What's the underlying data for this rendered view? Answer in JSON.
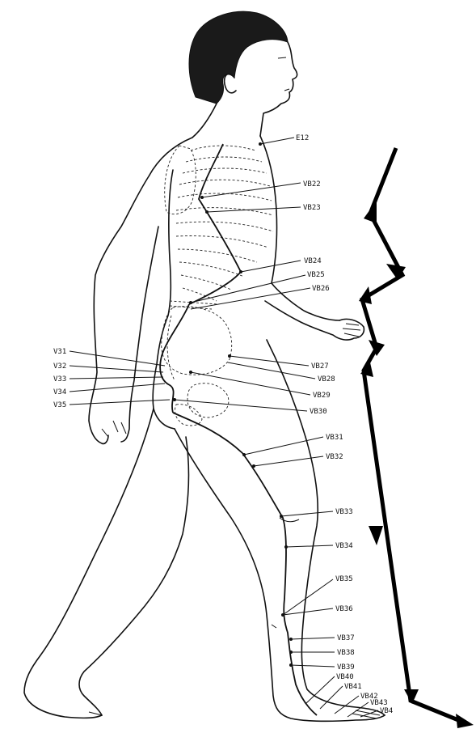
{
  "labels": {
    "e12": "E12",
    "vb22": "VB22",
    "vb23": "VB23",
    "vb24": "VB24",
    "vb25": "VB25",
    "vb26": "VB26",
    "vb27": "VB27",
    "vb28": "VB28",
    "vb29": "VB29",
    "vb30": "VB30",
    "vb31": "VB31",
    "vb32": "VB32",
    "vb33": "VB33",
    "vb34": "VB34",
    "vb35": "VB35",
    "vb36": "VB36",
    "vb37": "VB37",
    "vb38": "VB38",
    "vb39": "VB39",
    "vb40": "VB40",
    "vb41": "VB41",
    "vb42": "VB42",
    "vb43": "VB43",
    "vb44": "VB4",
    "v31": "V31",
    "v32": "V32",
    "v33": "V33",
    "v34": "V34",
    "v35": "V35"
  },
  "colors": {
    "ink": "#111111",
    "background": "#ffffff"
  },
  "figure": "walking-man-side-view"
}
